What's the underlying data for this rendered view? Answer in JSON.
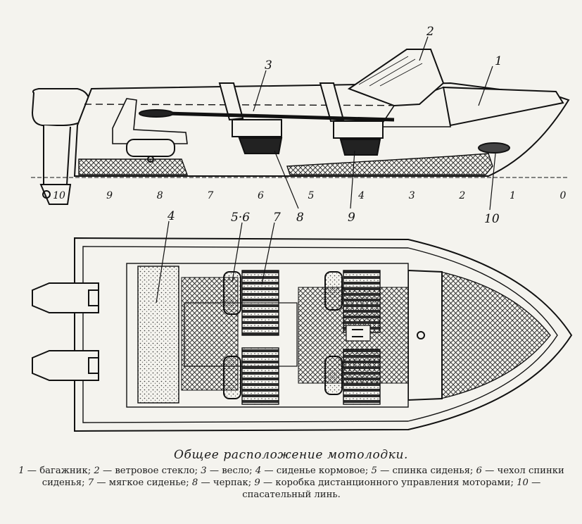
{
  "side_view": {
    "callouts": [
      "1",
      "2",
      "3",
      "8",
      "9",
      "10"
    ],
    "scale_ticks": [
      "10",
      "9",
      "8",
      "7",
      "6",
      "5",
      "4",
      "3",
      "2",
      "1",
      "0"
    ]
  },
  "top_view": {
    "callouts": [
      "4",
      "5·6",
      "7"
    ]
  },
  "caption": {
    "title": "Общее расположение мотолодки.",
    "legend": [
      {
        "num": "1",
        "text": "багажник;"
      },
      {
        "num": "2",
        "text": "ветровое стекло;"
      },
      {
        "num": "3",
        "text": "весло;"
      },
      {
        "num": "4",
        "text": "сиденье кормовое;"
      },
      {
        "num": "5",
        "text": "спинка сиденья;"
      },
      {
        "num": "6",
        "text": "чехол спинки сиденья;"
      },
      {
        "num": "7",
        "text": "мягкое сиденье;"
      },
      {
        "num": "8",
        "text": "черпак;"
      },
      {
        "num": "9",
        "text": "коробка дистанционного управления моторами;"
      },
      {
        "num": "10",
        "text": "спасательный линь."
      }
    ]
  }
}
